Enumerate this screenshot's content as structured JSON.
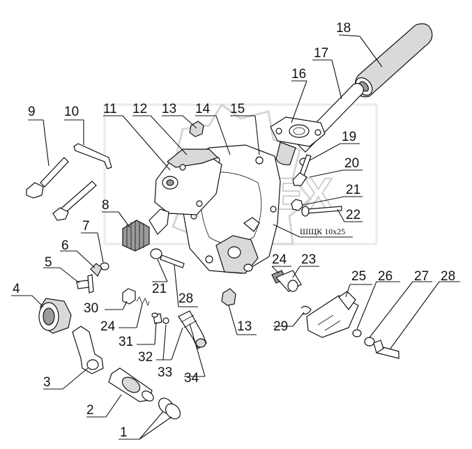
{
  "callouts": [
    "1",
    "2",
    "3",
    "4",
    "5",
    "6",
    "7",
    "8",
    "9",
    "10",
    "11",
    "12",
    "13",
    "14",
    "15",
    "16",
    "17",
    "18",
    "19",
    "20",
    "21",
    "22",
    "23",
    "24",
    "25",
    "26",
    "27",
    "28",
    "29",
    "30",
    "31",
    "32",
    "33",
    "34"
  ],
  "callout_labels": {
    "c1": "1",
    "c2": "2",
    "c3": "3",
    "c4": "4",
    "c5": "5",
    "c6": "6",
    "c7": "7",
    "c8": "8",
    "c9": "9",
    "c10": "10",
    "c11": "11",
    "c12": "12",
    "c13a": "13",
    "c13b": "13",
    "c14": "14",
    "c15": "15",
    "c16": "16",
    "c17": "17",
    "c18": "18",
    "c19": "19",
    "c20": "20",
    "c21a": "21",
    "c21b": "21",
    "c22": "22",
    "c23": "23",
    "c24a": "24",
    "c24b": "24",
    "c25": "25",
    "c26": "26",
    "c27": "27",
    "c28a": "28",
    "c28b": "28",
    "c29": "29",
    "c30": "30",
    "c31": "31",
    "c32": "32",
    "c33": "33",
    "c34": "34"
  },
  "spec_label": "ШЩК 10x25",
  "watermark": "OPEX"
}
